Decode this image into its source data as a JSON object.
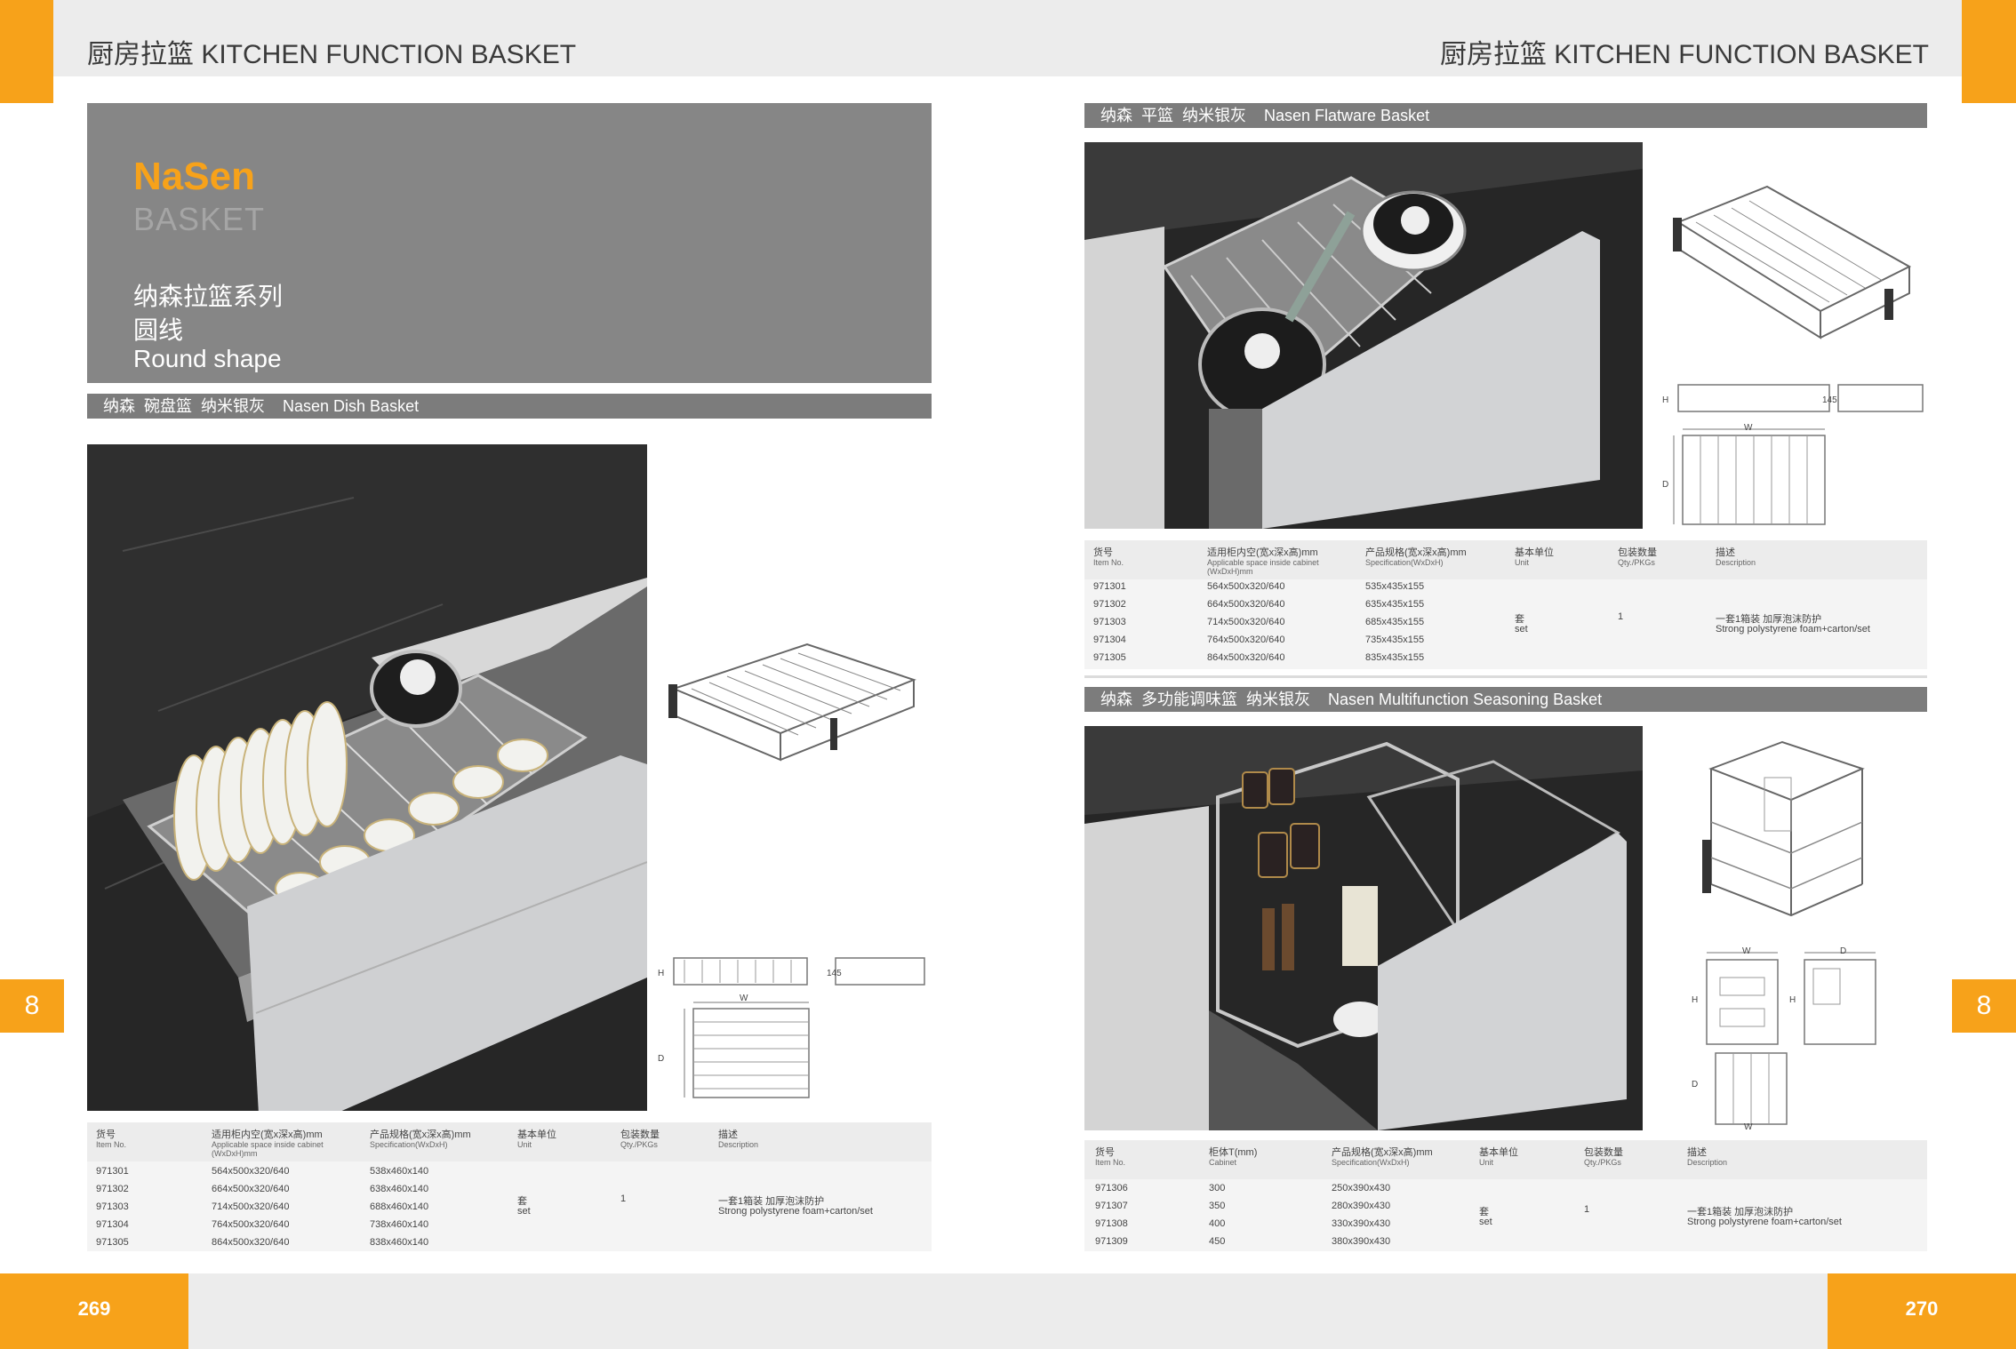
{
  "header": {
    "left_title": "厨房拉篮  KITCHEN FUNCTION BASKET",
    "right_title": "厨房拉篮  KITCHEN FUNCTION BASKET"
  },
  "hero": {
    "brand": "NaSen",
    "brand_sub": "BASKET",
    "line1": "纳森拉篮系列",
    "line2": "圆线",
    "line3": "Round shape"
  },
  "side_tab": {
    "left": "8",
    "right": "8"
  },
  "page_numbers": {
    "left": "269",
    "right": "270"
  },
  "colors": {
    "accent": "#f7a21a",
    "section_bar": "#7c7c7c",
    "hero": "#868686"
  },
  "table_headers": {
    "item_cn": "货号",
    "item_en": "Item No.",
    "space_cn": "适用柜内空(宽x深x高)mm",
    "space_en": "Applicable space inside cabinet (WxDxH)mm",
    "cabinet_cn": "柜体T(mm)",
    "cabinet_en": "Cabinet",
    "spec_cn": "产品规格(宽x深x高)mm",
    "spec_en": "Specification(WxDxH)",
    "unit_cn": "基本单位",
    "unit_en": "Unit",
    "qty_cn": "包装数量",
    "qty_en": "Qty./PKGs",
    "desc_cn": "描述",
    "desc_en": "Description"
  },
  "common": {
    "unit_cn": "套",
    "unit_en": "set",
    "qty": "1",
    "desc_cn": "一套1箱装 加厚泡沫防护",
    "desc_en": "Strong polystyrene foam+carton/set"
  },
  "dim_labels": {
    "w": "W",
    "d": "D",
    "h": "H",
    "h145": "145"
  },
  "dish": {
    "title": "纳森  碗盘篮  纳米银灰    Nasen Dish Basket",
    "rows": [
      {
        "item": "971301",
        "space": "564x500x320/640",
        "spec": "538x460x140"
      },
      {
        "item": "971302",
        "space": "664x500x320/640",
        "spec": "638x460x140"
      },
      {
        "item": "971303",
        "space": "714x500x320/640",
        "spec": "688x460x140"
      },
      {
        "item": "971304",
        "space": "764x500x320/640",
        "spec": "738x460x140"
      },
      {
        "item": "971305",
        "space": "864x500x320/640",
        "spec": "838x460x140"
      }
    ]
  },
  "flatware": {
    "title": "纳森  平篮  纳米银灰    Nasen Flatware Basket",
    "rows": [
      {
        "item": "971301",
        "space": "564x500x320/640",
        "spec": "535x435x155"
      },
      {
        "item": "971302",
        "space": "664x500x320/640",
        "spec": "635x435x155"
      },
      {
        "item": "971303",
        "space": "714x500x320/640",
        "spec": "685x435x155"
      },
      {
        "item": "971304",
        "space": "764x500x320/640",
        "spec": "735x435x155"
      },
      {
        "item": "971305",
        "space": "864x500x320/640",
        "spec": "835x435x155"
      }
    ]
  },
  "seasoning": {
    "title": "纳森  多功能调味篮  纳米银灰    Nasen Multifunction Seasoning Basket",
    "rows": [
      {
        "item": "971306",
        "cabinet": "300",
        "spec": "250x390x430"
      },
      {
        "item": "971307",
        "cabinet": "350",
        "spec": "280x390x430"
      },
      {
        "item": "971308",
        "cabinet": "400",
        "spec": "330x390x430"
      },
      {
        "item": "971309",
        "cabinet": "450",
        "spec": "380x390x430"
      }
    ]
  }
}
